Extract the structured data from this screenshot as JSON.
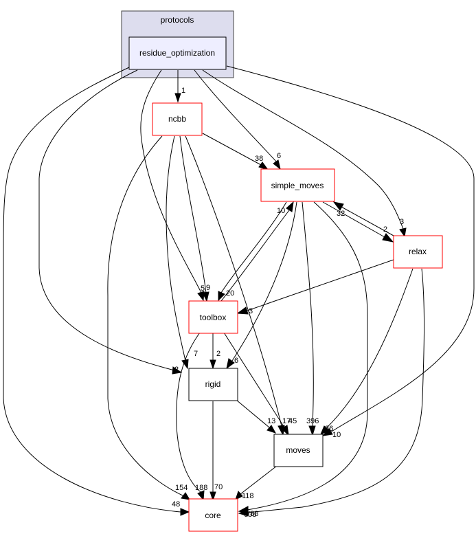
{
  "cluster": {
    "label": "protocols"
  },
  "nodes": {
    "residue_optimization": {
      "label": "residue_optimization",
      "border": "#000000",
      "fill": "#eeeeff"
    },
    "ncbb": {
      "label": "ncbb",
      "border": "#ff0000",
      "fill": "#ffffff"
    },
    "simple_moves": {
      "label": "simple_moves",
      "border": "#ff0000",
      "fill": "#ffffff"
    },
    "relax": {
      "label": "relax",
      "border": "#ff0000",
      "fill": "#ffffff"
    },
    "toolbox": {
      "label": "toolbox",
      "border": "#ff0000",
      "fill": "#ffffff"
    },
    "rigid": {
      "label": "rigid",
      "border": "#000000",
      "fill": "#ffffff"
    },
    "moves": {
      "label": "moves",
      "border": "#000000",
      "fill": "#ffffff"
    },
    "core": {
      "label": "core",
      "border": "#ff0000",
      "fill": "#ffffff"
    }
  },
  "colors": {
    "cluster_fill": "#ddddee",
    "cluster_border": "#444444"
  },
  "edges": [
    {
      "from": "residue_optimization",
      "to": "ncbb",
      "label": "1"
    },
    {
      "from": "residue_optimization",
      "to": "simple_moves",
      "label": "6"
    },
    {
      "from": "residue_optimization",
      "to": "relax",
      "label": "3"
    },
    {
      "from": "residue_optimization",
      "to": "toolbox",
      "label": "5"
    },
    {
      "from": "residue_optimization",
      "to": "rigid",
      "label": "2"
    },
    {
      "from": "residue_optimization",
      "to": "moves",
      "label": "10"
    },
    {
      "from": "residue_optimization",
      "to": "core",
      "label": "48"
    },
    {
      "from": "ncbb",
      "to": "simple_moves",
      "label": "38"
    },
    {
      "from": "ncbb",
      "to": "toolbox",
      "label": "9"
    },
    {
      "from": "ncbb",
      "to": "rigid",
      "label": "7"
    },
    {
      "from": "ncbb",
      "to": "moves",
      "label": "17"
    },
    {
      "from": "ncbb",
      "to": "core",
      "label": "154"
    },
    {
      "from": "simple_moves",
      "to": "toolbox",
      "label": "20"
    },
    {
      "from": "simple_moves",
      "to": "relax",
      "label": "2"
    },
    {
      "from": "simple_moves",
      "to": "rigid",
      "label": "6"
    },
    {
      "from": "simple_moves",
      "to": "moves",
      "label": "396"
    },
    {
      "from": "simple_moves",
      "to": "core",
      "label": "788"
    },
    {
      "from": "relax",
      "to": "simple_moves",
      "label": "32"
    },
    {
      "from": "relax",
      "to": "toolbox",
      "label": "3"
    },
    {
      "from": "relax",
      "to": "moves",
      "label": "36"
    },
    {
      "from": "relax",
      "to": "core",
      "label": "608"
    },
    {
      "from": "toolbox",
      "to": "simple_moves",
      "label": "10"
    },
    {
      "from": "toolbox",
      "to": "rigid",
      "label": "2"
    },
    {
      "from": "toolbox",
      "to": "moves",
      "label": "45"
    },
    {
      "from": "toolbox",
      "to": "core",
      "label": "188"
    },
    {
      "from": "rigid",
      "to": "moves",
      "label": "13"
    },
    {
      "from": "rigid",
      "to": "core",
      "label": "70"
    },
    {
      "from": "moves",
      "to": "core",
      "label": "118"
    }
  ]
}
